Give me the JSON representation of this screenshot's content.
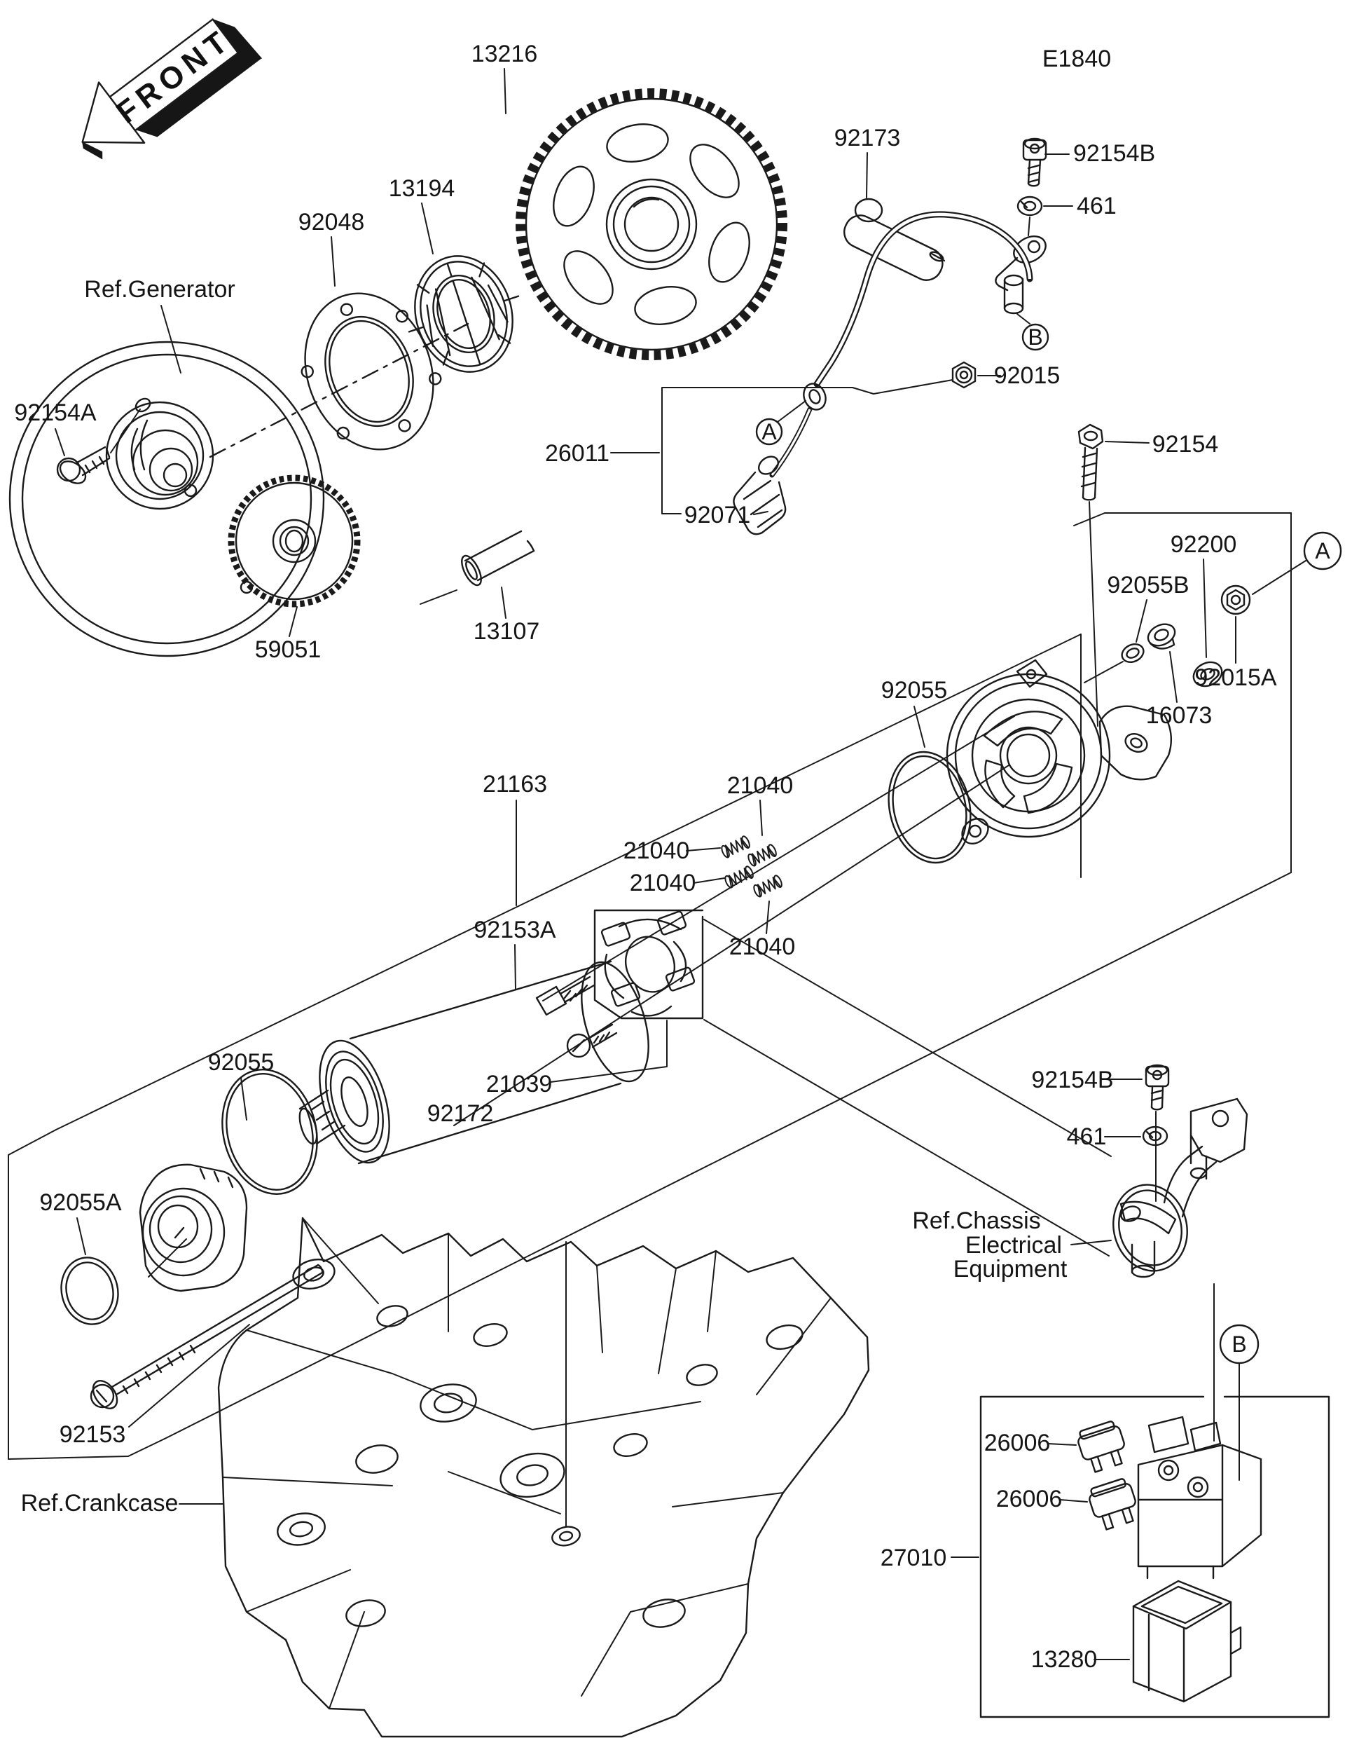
{
  "doc": {
    "page_code": "E1840",
    "front_marker": "FRONT",
    "detail_markers": {
      "a": "A",
      "b": "B"
    }
  },
  "ref_labels": {
    "generator": "Ref.Generator",
    "crankcase": "Ref.Crankcase",
    "chassis_line1": "Ref.Chassis",
    "chassis_line2": "Electrical",
    "chassis_line3": "Equipment"
  },
  "parts": {
    "sprocket_gear": "13216",
    "one_way_clutch": "13194",
    "cover_plate": "92048",
    "screw_flywheel": "92154A",
    "starter_cable": "26011",
    "terminal_cap": "92071",
    "band": "92173",
    "bolt_socket": "92154B",
    "washer_lock": "461",
    "nut_cable": "92015",
    "bolt_flanged": "92154",
    "washer_plain": "92200",
    "oring_small": "92055B",
    "nut_flanged": "92015A",
    "damper": "16073",
    "oring_large": "92055",
    "idler_gear": "59051",
    "pin_collar": "13107",
    "armature": "21163",
    "brush_spring": "21040",
    "bolt_square_head": "92153A",
    "brush_holder": "21039",
    "screw_pan": "92172",
    "oring_front": "92055A",
    "bolt_through": "92153",
    "fuse": "26006",
    "starter_relay": "27010",
    "relay_connector": "13280"
  }
}
